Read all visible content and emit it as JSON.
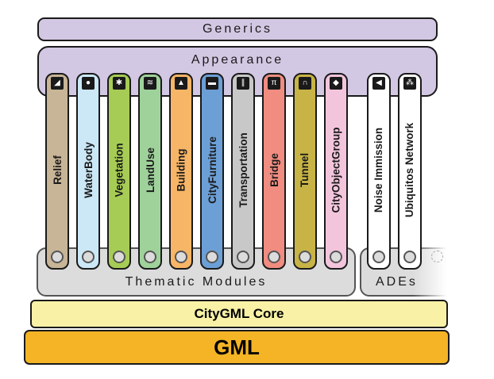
{
  "layers": {
    "generics": "Generics",
    "appearance": "Appearance",
    "thematic_modules": "Thematic Modules",
    "ades": "ADEs",
    "core": "CityGML Core",
    "gml": "GML"
  },
  "modules": [
    {
      "label": "Relief",
      "color": "#c8b496",
      "icon": "relief-icon",
      "glyph": "◢"
    },
    {
      "label": "WaterBody",
      "color": "#cce8f7",
      "icon": "water-drop-icon",
      "glyph": "●"
    },
    {
      "label": "Vegetation",
      "color": "#a6cc55",
      "icon": "maple-leaf-icon",
      "glyph": "✱"
    },
    {
      "label": "LandUse",
      "color": "#9fd29b",
      "icon": "land-use-icon",
      "glyph": "≋"
    },
    {
      "label": "Building",
      "color": "#f7b567",
      "icon": "house-icon",
      "glyph": "▲"
    },
    {
      "label": "CityFurniture",
      "color": "#6c9fd6",
      "icon": "bench-icon",
      "glyph": "▬"
    },
    {
      "label": "Transportation",
      "color": "#c8c8c8",
      "icon": "road-icon",
      "glyph": "∥"
    },
    {
      "label": "Bridge",
      "color": "#f08c80",
      "icon": "bridge-icon",
      "glyph": "π"
    },
    {
      "label": "Tunnel",
      "color": "#c8b446",
      "icon": "tunnel-icon",
      "glyph": "∩"
    },
    {
      "label": "CityObjectGroup",
      "color": "#f3c5dd",
      "icon": "object-group-icon",
      "glyph": "◆"
    }
  ],
  "ade_modules": [
    {
      "label": "Noise Immission",
      "color": "#ffffff",
      "icon": "speaker-icon",
      "glyph": "◀"
    },
    {
      "label": "Ubiquitos Network",
      "color": "#ffffff",
      "icon": "network-icon",
      "glyph": "⁂"
    }
  ]
}
